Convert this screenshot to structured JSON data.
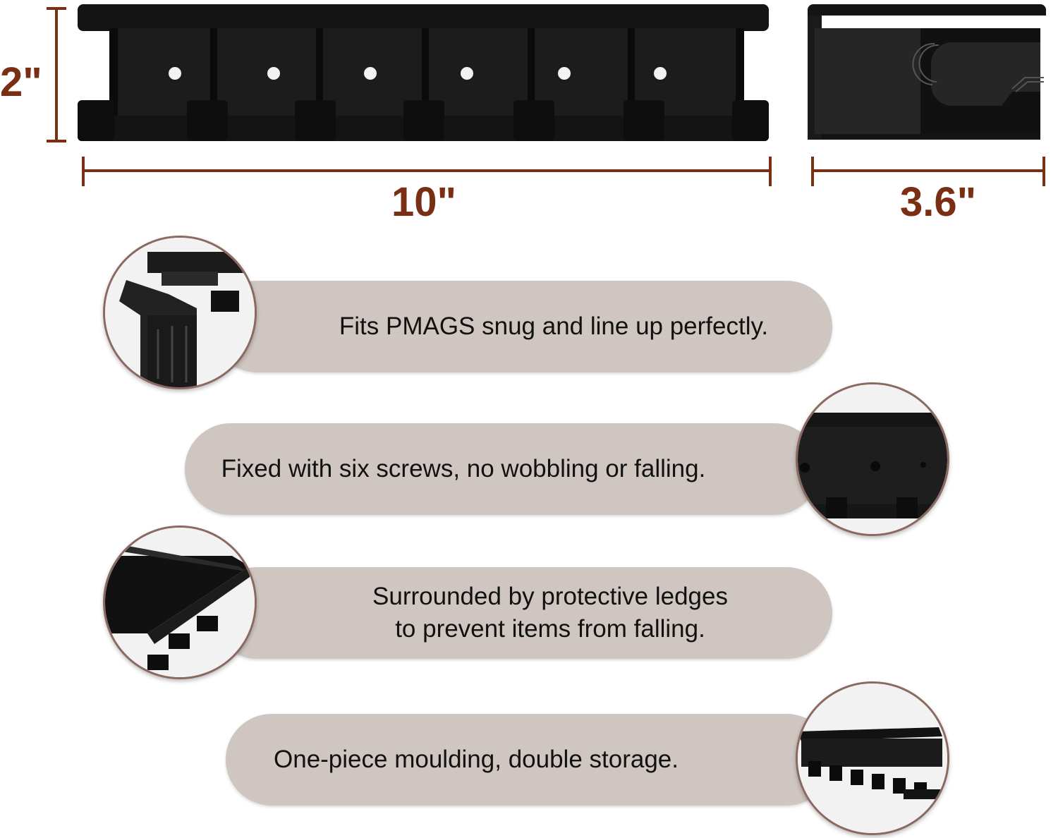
{
  "dimensions": {
    "height_label": "2\"",
    "width_label": "10\"",
    "depth_label": "3.6\""
  },
  "colors": {
    "dimension": "#7a2e14",
    "pill_background": "#cfc6c1",
    "product": "#141414"
  },
  "features": [
    {
      "text": "Fits PMAGS snug and line up perfectly."
    },
    {
      "text": "Fixed with six screws, no wobbling or falling."
    },
    {
      "text": "Surrounded by protective ledges\nto prevent items from falling."
    },
    {
      "text": "One-piece moulding, double storage."
    }
  ]
}
